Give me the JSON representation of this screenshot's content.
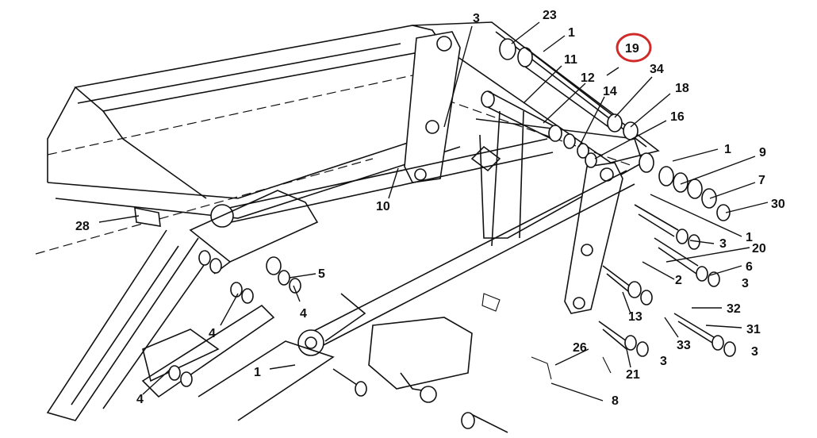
{
  "highlight": {
    "label": "19",
    "color": "#d02a2a"
  },
  "labels": [
    "23",
    "3",
    "1",
    "11",
    "12",
    "14",
    "34",
    "18",
    "16",
    "1",
    "9",
    "7",
    "30",
    "1",
    "20",
    "3",
    "6",
    "3",
    "2",
    "32",
    "31",
    "33",
    "3",
    "13",
    "10",
    "28",
    "5",
    "4",
    "4",
    "1",
    "4",
    "26",
    "21",
    "3",
    "8"
  ]
}
